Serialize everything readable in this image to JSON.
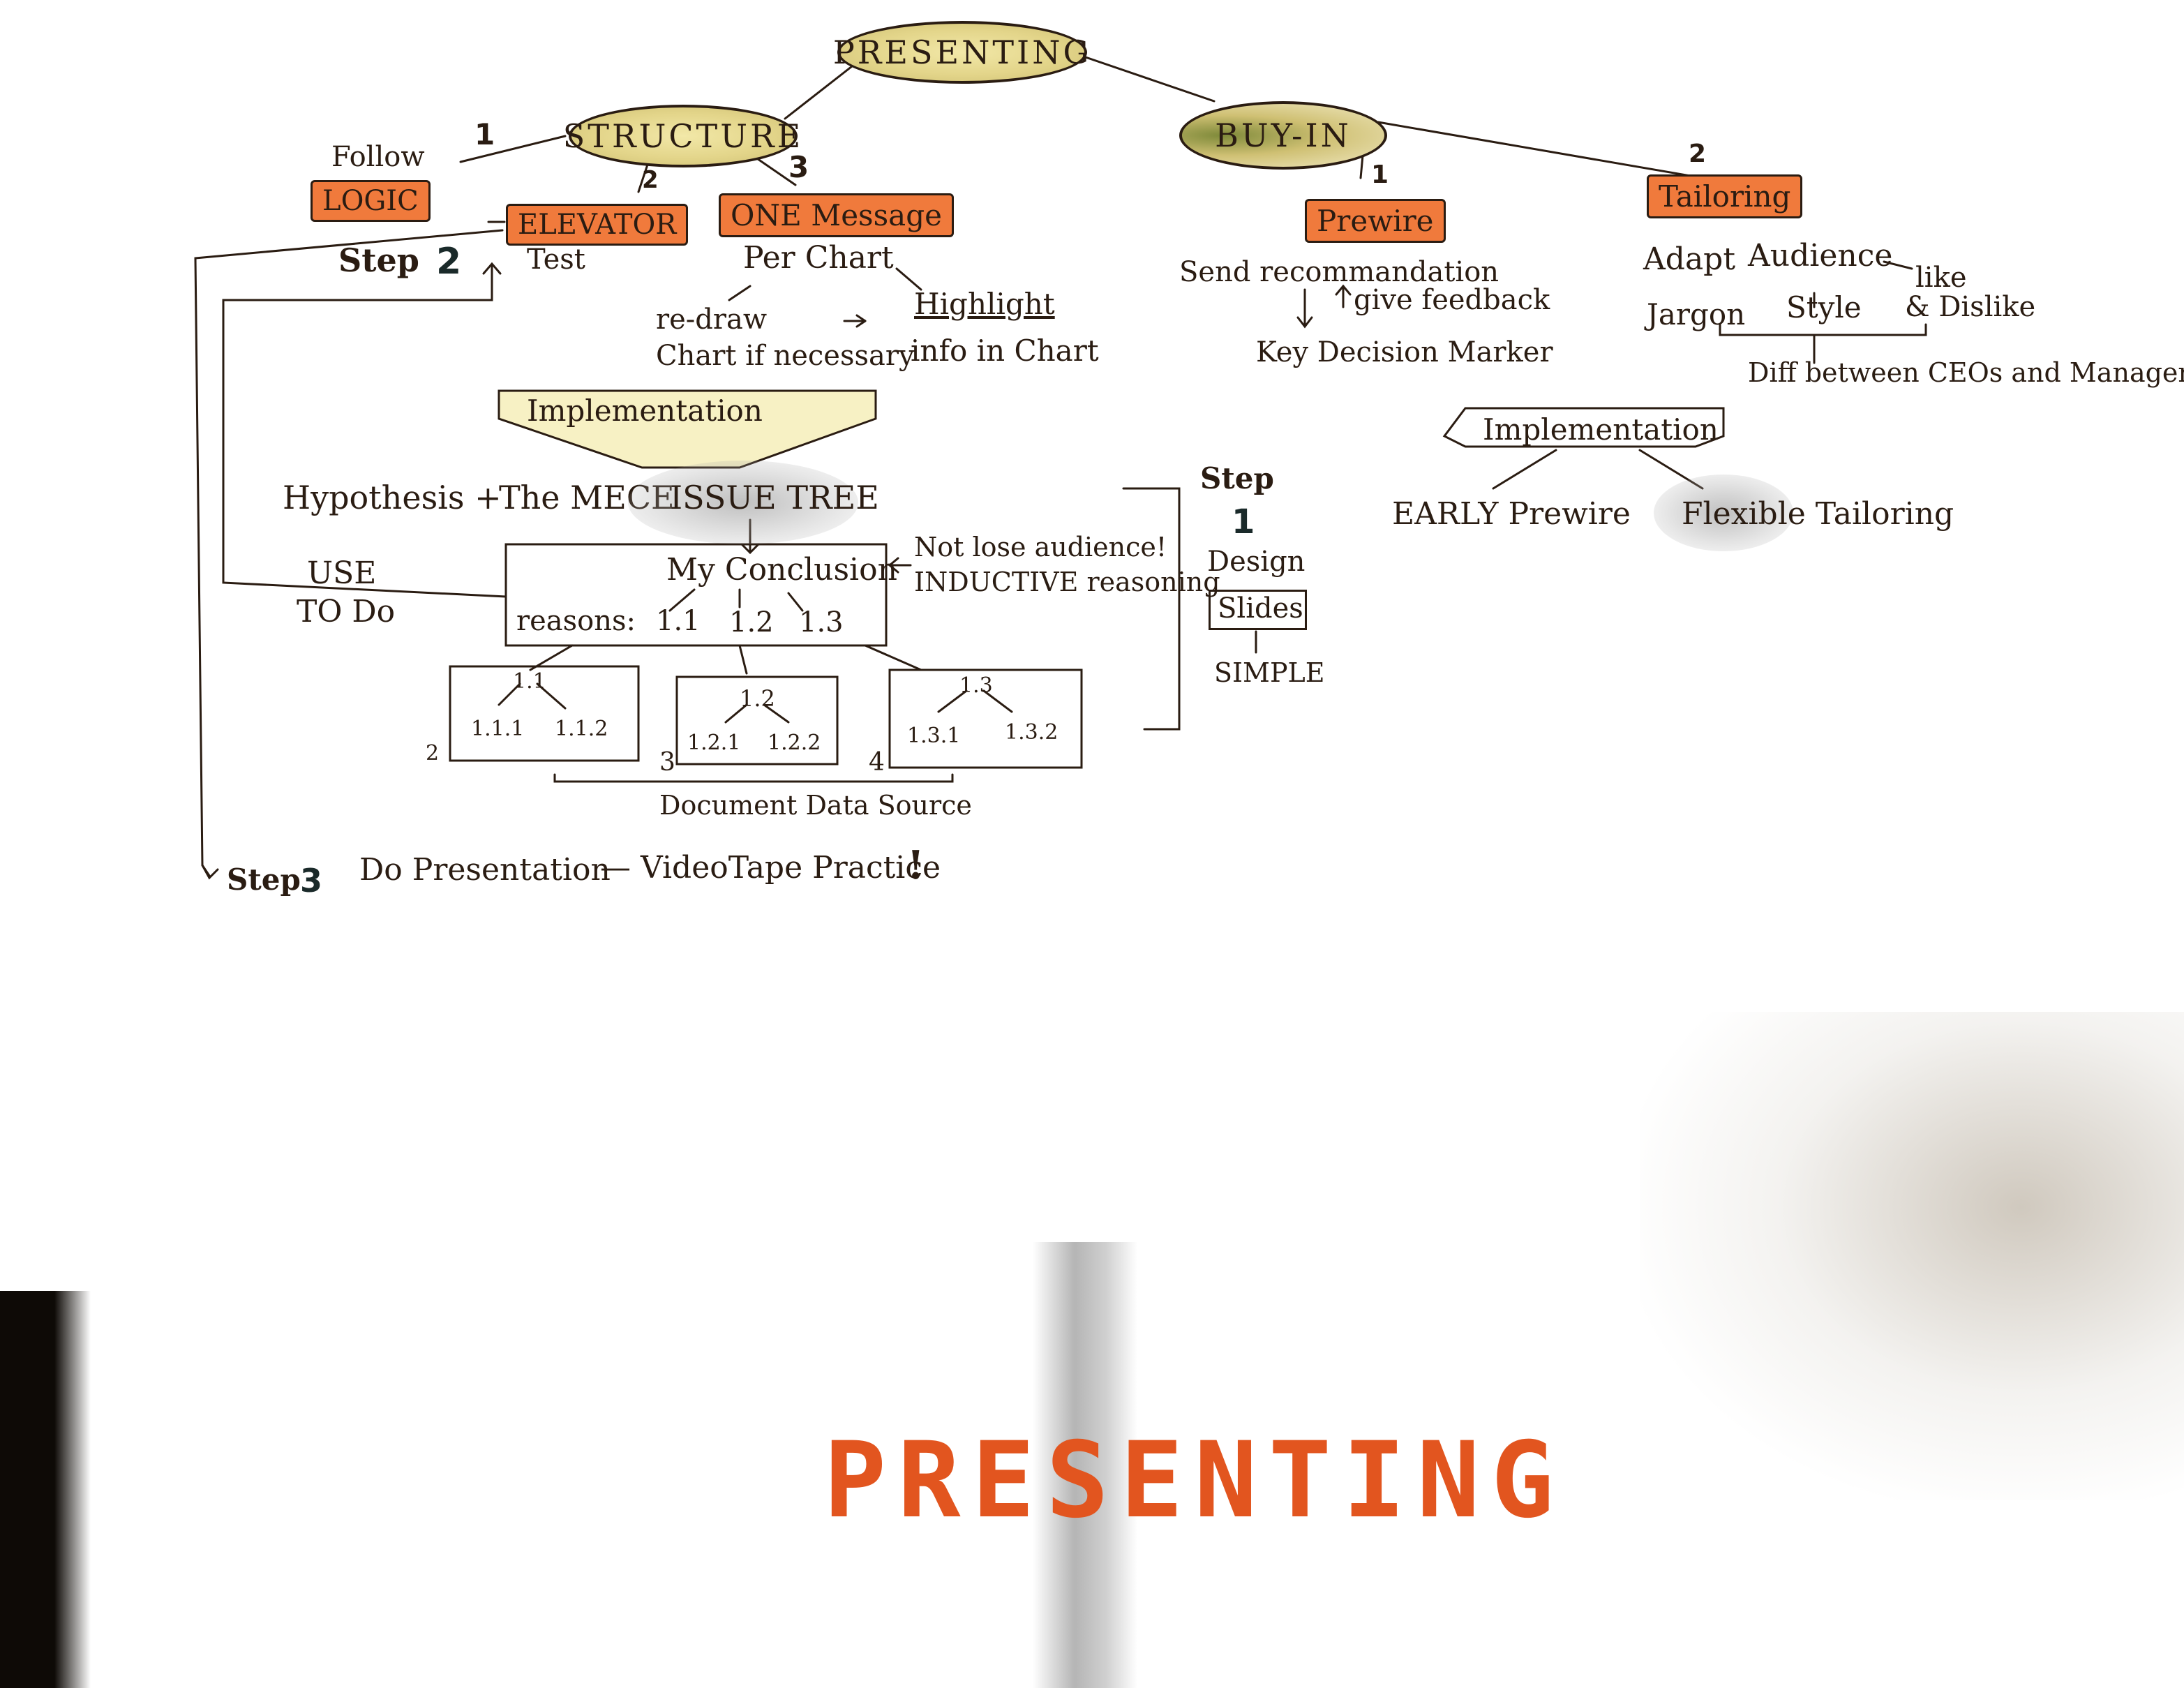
{
  "root": {
    "label": "PRESENTING"
  },
  "structure": {
    "label": "STRUCTURE",
    "follow": "Follow",
    "logic": "LOGIC",
    "num1": "1",
    "num2": "2",
    "num3": "3",
    "elevator": "ELEVATOR",
    "test": "Test",
    "step2": "Step",
    "step2_num": "2",
    "one_message": "ONE Message",
    "per_chart": "Per Chart",
    "redraw": "re-draw",
    "chart_if": "Chart if necessary",
    "highlight": "Highlight",
    "info_in_chart": "info in Chart",
    "implementation": "Implementation",
    "hypothesis": "Hypothesis +",
    "mece": "The MECE",
    "issue_tree": "ISSUE TREE",
    "use": "USE",
    "to_do": "TO Do",
    "my_conclusion": "My Conclusion",
    "reasons": "reasons:",
    "r11": "1.1",
    "r12": "1.2",
    "r13": "1.3",
    "not_lose": "Not lose audience!",
    "inductive": "INDUCTIVE reasoning",
    "sub": [
      {
        "top": "1.1",
        "a": "1.1.1",
        "b": "1.1.2",
        "mark": "2"
      },
      {
        "top": "1.2",
        "a": "1.2.1",
        "b": "1.2.2",
        "mark": "3"
      },
      {
        "top": "1.3",
        "a": "1.3.1",
        "b": "1.3.2",
        "mark": "4"
      }
    ],
    "document": "Document Data Source",
    "step1": "Step",
    "step1_num": "1",
    "design": "Design",
    "slides": "Slides",
    "simple": "SIMPLE",
    "step3": "Step",
    "step3_num": "3",
    "do_presentation": "Do Presentation",
    "videotape": "— VideoTape Practice",
    "exclaim": "!"
  },
  "buyin": {
    "label": "BUY-IN",
    "num1": "1",
    "num2": "2",
    "prewire": "Prewire",
    "send": "Send recommandation",
    "give_feedback": "give feedback",
    "key_decision": "Key Decision Marker",
    "tailoring": "Tailoring",
    "adapt": "Adapt",
    "audience": "Audience",
    "like": "like",
    "dislike": "& Dislike",
    "jargon": "Jargon",
    "style": "Style",
    "diff": "Diff between CEOs and Managers",
    "implementation": "Implementation",
    "early_prewire": "EARLY Prewire",
    "flexible": "Flexible Tailoring"
  },
  "footer": {
    "title": "PRESENTING"
  },
  "colors": {
    "highlight": "#f07a3c",
    "ink": "#2a1c12",
    "oval": "#e3d58a",
    "title": "#e2551f"
  }
}
